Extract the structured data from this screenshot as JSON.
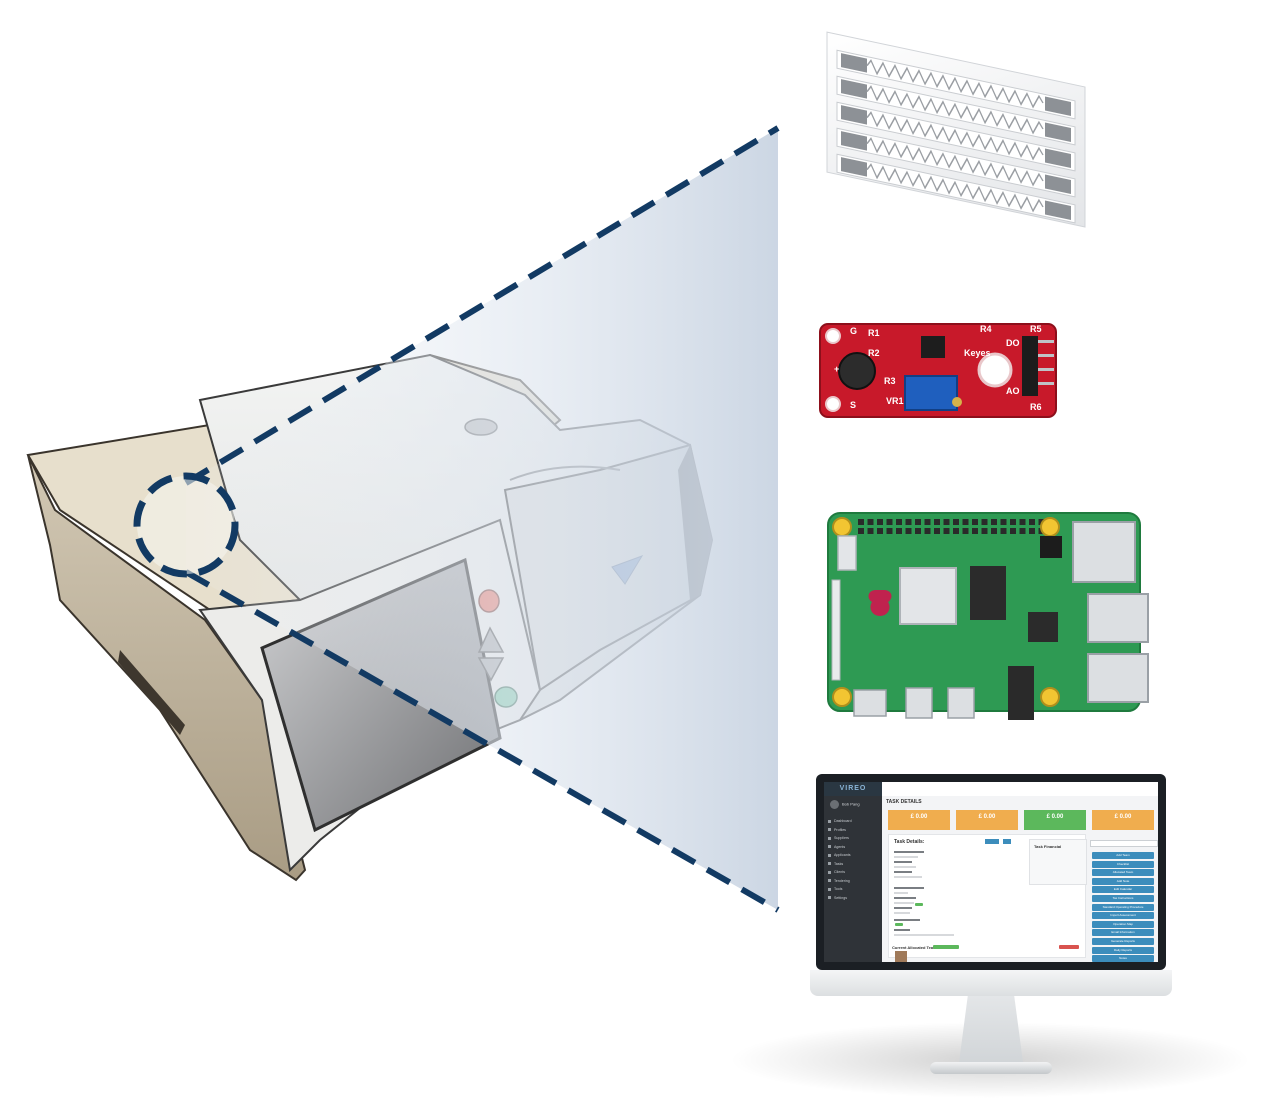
{
  "pcb_silkscreen": {
    "sensor_labels": [
      "R5",
      "R1",
      "R2",
      "R3",
      "R4",
      "R6",
      "DO",
      "AO",
      "VR1",
      "G",
      "S",
      "Keyes",
      "+"
    ]
  },
  "dashboard": {
    "brand": "VIREO",
    "user_name": "Bob Pang",
    "page_title": "TASK DETAILS",
    "stats": [
      {
        "value": "£ 0.00",
        "color": "#f0ad4e"
      },
      {
        "value": "£ 0.00",
        "color": "#f0ad4e"
      },
      {
        "value": "£ 0.00",
        "color": "#5cb85c"
      },
      {
        "value": "£ 0.00",
        "color": "#f0ad4e"
      }
    ],
    "task_details_heading": "Task Details:",
    "financials_heading": "Task Financial",
    "section_heading": "Current Allocated Team",
    "sidebar_items": [
      "Dashboard",
      "Profiles",
      "Suppliers",
      "Agents",
      "Applicants",
      "Tasks",
      "Clients",
      "Tendering",
      "Tools",
      "Settings"
    ],
    "actions": [
      "Add Team",
      "Checklist",
      "Allocated Team",
      "Add Note",
      "Edit Calendar",
      "Tax Instructions",
      "Standard Operating Procedure",
      "Import Assessment",
      "Operation Map",
      "Email Information",
      "Generate Reports",
      "Daily Reports",
      "Notes"
    ]
  }
}
